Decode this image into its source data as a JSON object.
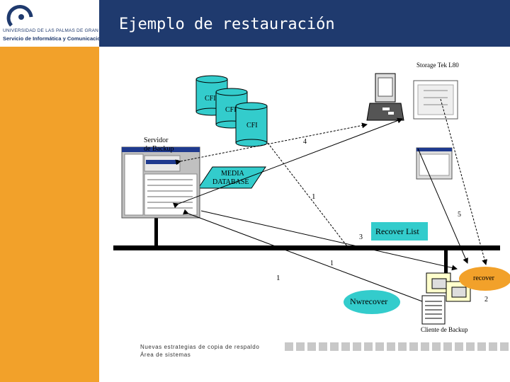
{
  "header": {
    "title": "Ejemplo de restauración",
    "logo_university": "UNIVERSIDAD DE LAS PALMAS DE GRAN CANARIA",
    "logo_service": "Servicio de Informática y Comunicaciones"
  },
  "diagram": {
    "storage_label": "Storage Tek L80",
    "cfi_1": "CFI",
    "cfi_2": "CFI",
    "cfi_3": "CFI",
    "server_label_1": "Servidor",
    "server_label_2": "de Backup",
    "media_db_1": "MEDIA",
    "media_db_2": "DATABASE",
    "step_4": "4",
    "step_1_top": "1",
    "step_5": "5",
    "step_3": "3",
    "step_1_mid": "1",
    "step_1_left": "1",
    "step_2": "2",
    "recover_list": "Recover List",
    "recover": "recover",
    "nwrecover": "Nwrecover",
    "client_label": "Cliente de Backup"
  },
  "footer": {
    "line1": "Nuevas estrategias de copia de respaldo",
    "line2": "Área de sistemas"
  },
  "colors": {
    "title_bar": "#1f3a6e",
    "sidebar": "#f2a12a",
    "cylinder": "#33cccc",
    "media_db": "#33cccc",
    "recover_list": "#33cccc",
    "recover_oval": "#f2a12a",
    "nwrecover_oval": "#33cccc"
  }
}
